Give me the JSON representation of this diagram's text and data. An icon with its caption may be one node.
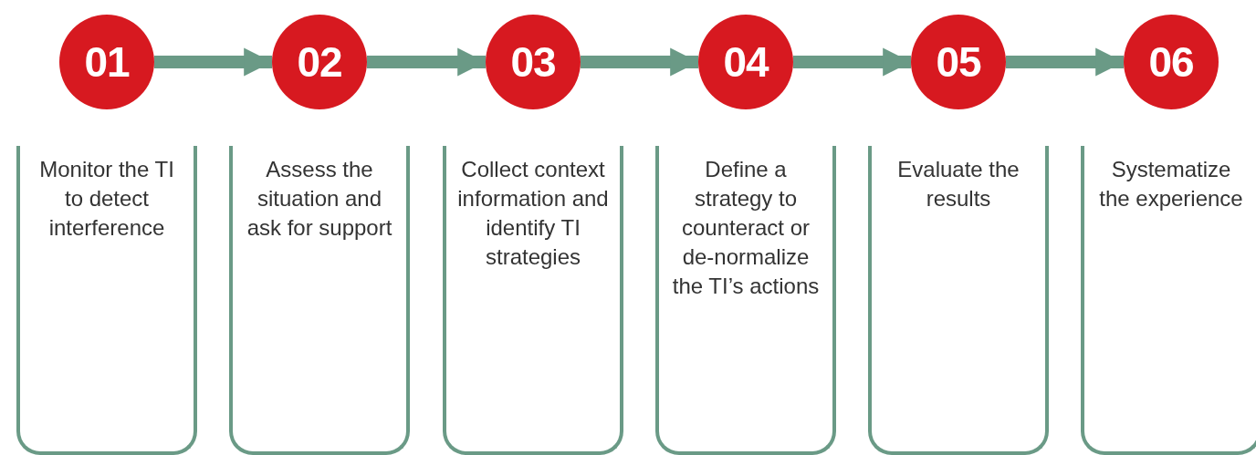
{
  "diagram": {
    "nodes": [
      {
        "text": [
          "01"
        ]
      },
      {
        "text": [
          "02"
        ]
      },
      {
        "text": [
          "03"
        ]
      },
      {
        "text": [
          "04"
        ]
      },
      {
        "text": [
          "05"
        ]
      },
      {
        "text": [
          "06"
        ]
      },
      {
        "text": [
          "Monitor the TI to detect interference"
        ]
      },
      {
        "text": [
          "Assess the situation and ask for support"
        ]
      },
      {
        "text": [
          "Collect context information and identify TI strategies"
        ]
      },
      {
        "text": [
          "Define a strategy to counteract or de-normalize the TI’s actions"
        ]
      },
      {
        "text": [
          "Evaluate the results"
        ]
      },
      {
        "text": [
          "Systematize the experience"
        ]
      }
    ],
    "edges": [
      {
        "from": 0,
        "to": 1,
        "arrow": "to"
      },
      {
        "from": 1,
        "to": 2,
        "arrow": "to"
      },
      {
        "from": 2,
        "to": 3,
        "arrow": "to"
      },
      {
        "from": 3,
        "to": 4,
        "arrow": "to"
      },
      {
        "from": 4,
        "to": 5,
        "arrow": "to"
      }
    ]
  }
}
